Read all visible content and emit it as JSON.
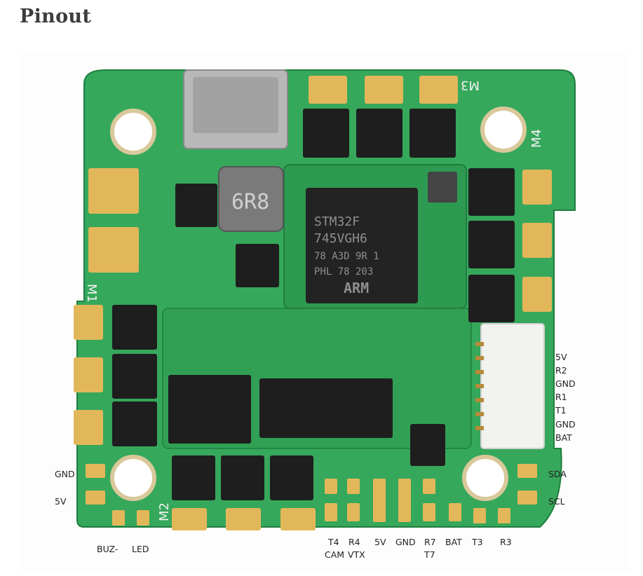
{
  "title": "Pinout",
  "connector_labels": [
    "5V",
    "R2",
    "GND",
    "R1",
    "T1",
    "GND",
    "BAT"
  ],
  "left_pads": {
    "top": "GND",
    "bottom": "5V"
  },
  "right_pads": {
    "top": "SDA",
    "bottom": "SCL"
  },
  "bottom_left": {
    "buz": "BUZ-",
    "led": "LED"
  },
  "bottom_pads": [
    {
      "line1": "T4",
      "line2": "CAM"
    },
    {
      "line1": "R4",
      "line2": "VTX"
    },
    {
      "line1": "5V",
      "line2": ""
    },
    {
      "line1": "GND",
      "line2": ""
    },
    {
      "line1": "R7",
      "line2": "T7"
    },
    {
      "line1": "BAT",
      "line2": ""
    },
    {
      "line1": "T3",
      "line2": ""
    },
    {
      "line1": "R3",
      "line2": ""
    }
  ],
  "chip_text": [
    "STM32F",
    "745VGH6",
    "78 A3D 9R 1",
    "PHL 78 203",
    "ARM"
  ],
  "inductor_text": "6R8",
  "motor_labels": [
    "M1",
    "M2",
    "M3",
    "M4"
  ],
  "colors": {
    "pcb": "#35a85a",
    "pcb_dark": "#22884a",
    "pad": "#e2b75a",
    "chip": "#1e1e1e",
    "text": "#222222"
  }
}
